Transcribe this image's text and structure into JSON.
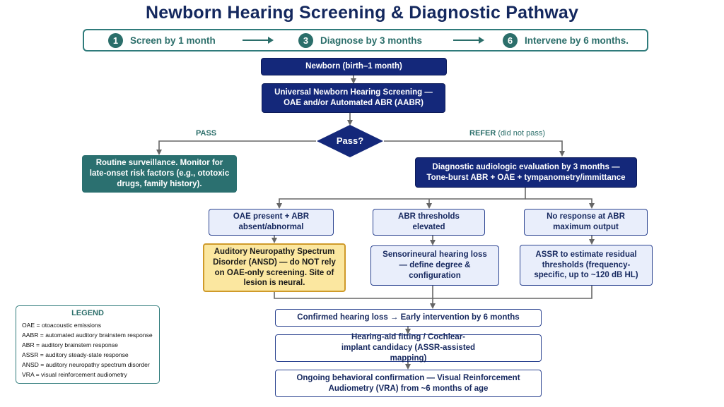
{
  "title": "Newborn Hearing Screening & Diagnostic Pathway",
  "timeline": [
    {
      "num": "1",
      "label": "Screen by 1 month"
    },
    {
      "num": "3",
      "label": "Diagnose by 3 months"
    },
    {
      "num": "6",
      "label": "Intervene by 6 months."
    }
  ],
  "nodes": {
    "newborn": "Newborn (birth–1 month)",
    "screening": "Universal Newborn Hearing Screening — OAE and/or Automated ABR (AABR)",
    "decision": "Pass?",
    "routine": "Routine surveillance. Monitor for late-onset risk factors (e.g., ototoxic drugs, family history).",
    "diagnostic": "Diagnostic audiologic evaluation by 3 months — Tone-burst ABR + OAE + tympanometry/immittance",
    "oae_present": "OAE present + ABR absent/abnormal",
    "abr_elevated": "ABR thresholds elevated",
    "no_response": "No response at ABR maximum output",
    "ansd": "Auditory Neuropathy Spectrum Disorder (ANSD) — do NOT rely on OAE-only screening. Site of lesion is neural.",
    "snhl": "Sensorineural hearing loss — define degree & configuration",
    "assr": "ASSR to estimate residual thresholds (frequency-specific, up to ~120 dB HL)",
    "confirmed": "Confirmed hearing loss → Early intervention by 6 months",
    "fitting": "Hearing-aid fitting / Cochlear-implant candidacy (ASSR-assisted mapping)",
    "ongoing": "Ongoing behavioral confirmation — Visual Reinforcement Audiometry (VRA) from ~6 months of age"
  },
  "edge_labels": {
    "pass": "PASS",
    "refer": "REFER",
    "refer_note": "(did not pass)"
  },
  "legend": {
    "title": "LEGEND",
    "items": [
      "OAE = otoacoustic emissions",
      "AABR = automated auditory brainstem response",
      "ABR = auditory brainstem response",
      "ASSR = auditory steady-state response",
      "ANSD = auditory neuropathy spectrum disorder",
      "VRA = visual reinforcement audiometry"
    ]
  },
  "colors": {
    "navy": "#14287a",
    "teal": "#2b7070",
    "light_blue": "#e9eefb",
    "yellow": "#fbe7a0",
    "yellow_border": "#cf9a2a",
    "connector": "#666666"
  }
}
